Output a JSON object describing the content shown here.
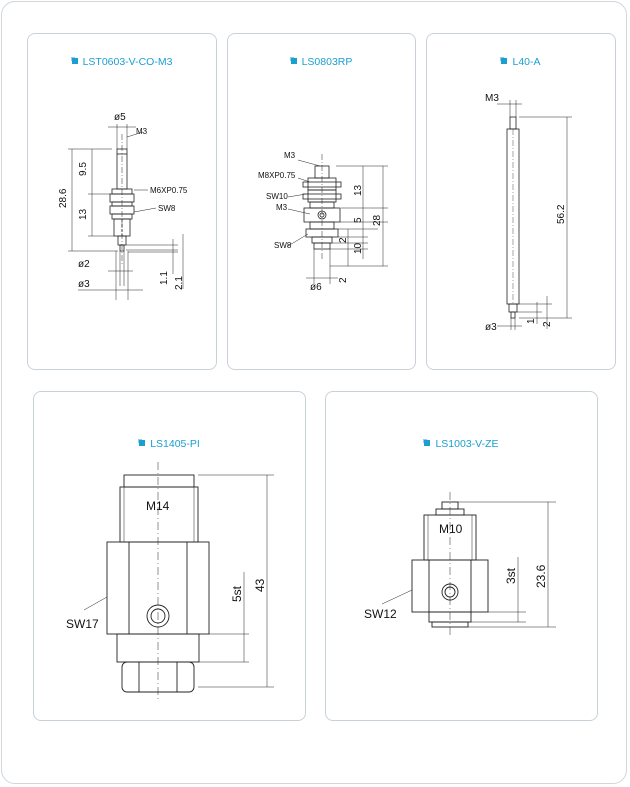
{
  "products": [
    {
      "title": "LST0603-V-CO-M3",
      "labels": {
        "d5": "ø5",
        "m3": "M3",
        "m6": "M6XP0.75",
        "sw8": "SW8",
        "d2": "ø2",
        "d3": "ø3",
        "l286": "28.6",
        "l95": "9.5",
        "l13": "13",
        "l11": "1.1",
        "l21": "2.1"
      }
    },
    {
      "title": "LS0803RP",
      "labels": {
        "m3a": "M3",
        "m8": "M8XP0.75",
        "sw10": "SW10",
        "m3b": "M3",
        "sw8": "SW8",
        "d6": "ø6",
        "l13": "13",
        "l28": "28",
        "l5": "5",
        "l2a": "2",
        "l10": "10",
        "l2b": "2"
      }
    },
    {
      "title": "L40-A",
      "labels": {
        "m3": "M3",
        "l562": "56.2",
        "d3": "ø3",
        "l1": "1",
        "l2": "2"
      }
    },
    {
      "title": "LS1405-PI",
      "labels": {
        "m14": "M14",
        "sw17": "SW17",
        "l5st": "5st",
        "l43": "43"
      }
    },
    {
      "title": "LS1003-V-ZE",
      "labels": {
        "m10": "M10",
        "sw12": "SW12",
        "l3st": "3st",
        "l236": "23.6"
      }
    }
  ]
}
